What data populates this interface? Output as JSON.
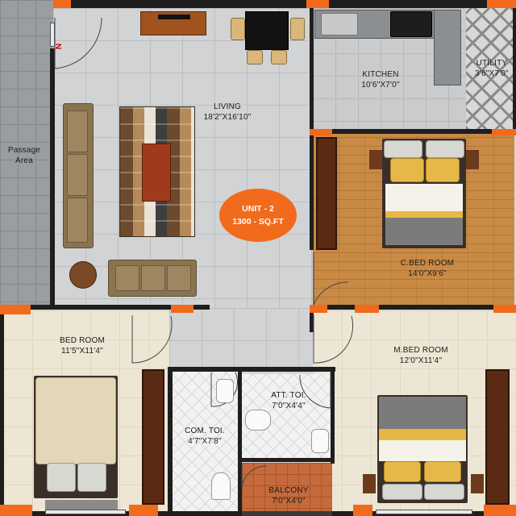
{
  "rooms": {
    "living": {
      "name": "LIVING",
      "dims": "18'2\"X16'10\""
    },
    "kitchen": {
      "name": "KITCHEN",
      "dims": "10'6\"X7'0\""
    },
    "utility": {
      "name": "UTILITY",
      "dims": "3'6\"X7'0\""
    },
    "c_bed_room": {
      "name": "C.BED ROOM",
      "dims": "14'0\"X9'6\""
    },
    "bed_room": {
      "name": "BED ROOM",
      "dims": "11'5\"X11'4\""
    },
    "m_bed_room": {
      "name": "M.BED ROOM",
      "dims": "12'0\"X11'4\""
    },
    "com_toi": {
      "name": "COM. TOI.",
      "dims": "4'7\"X7'8\""
    },
    "att_toi": {
      "name": "ATT. TOI.",
      "dims": "7'0\"X4'4\""
    },
    "balcony": {
      "name": "BALCONY",
      "dims": "7'0\"X4'0\""
    },
    "passage": {
      "name_line1": "Passage",
      "name_line2": "Area"
    }
  },
  "unit_badge": {
    "line1": "UNIT - 2",
    "line2": "1300 - SQ.FT"
  },
  "compass": {
    "label": "N"
  },
  "colors": {
    "accent_orange": "#f26a1b",
    "wall": "#1e1e1e",
    "wood_floor": "#c98a45",
    "bedding_gold": "#e6b847"
  }
}
